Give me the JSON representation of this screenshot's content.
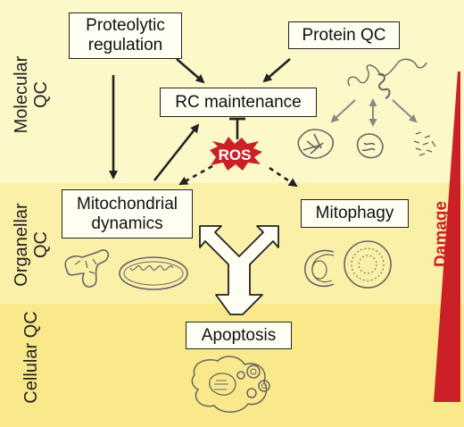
{
  "levels": {
    "molecular": "Molecular QC",
    "organellar": "Organellar QC",
    "cellular": "Cellular QC"
  },
  "nodes": {
    "proteolytic": [
      "Proteolytic",
      "regulation"
    ],
    "protein_qc": "Protein QC",
    "rc_maintenance": "RC maintenance",
    "ros": "ROS",
    "mito_dynamics": [
      "Mitochondrial",
      "dynamics"
    ],
    "mitophagy": "Mitophagy",
    "apoptosis": "Apoptosis"
  },
  "damage": "Damage",
  "colors": {
    "molecular_band": "#fdf8c8",
    "organellar_band": "#fbf0a8",
    "cellular_band": "#f9e98a",
    "ros": "#cc2027",
    "damage_wedge": "#cc2027"
  },
  "icons": [
    "protein-folding-icons",
    "mitochondria-network-icons",
    "autophagosome-icons",
    "apoptotic-cell-icon",
    "split-arrow-icon"
  ]
}
